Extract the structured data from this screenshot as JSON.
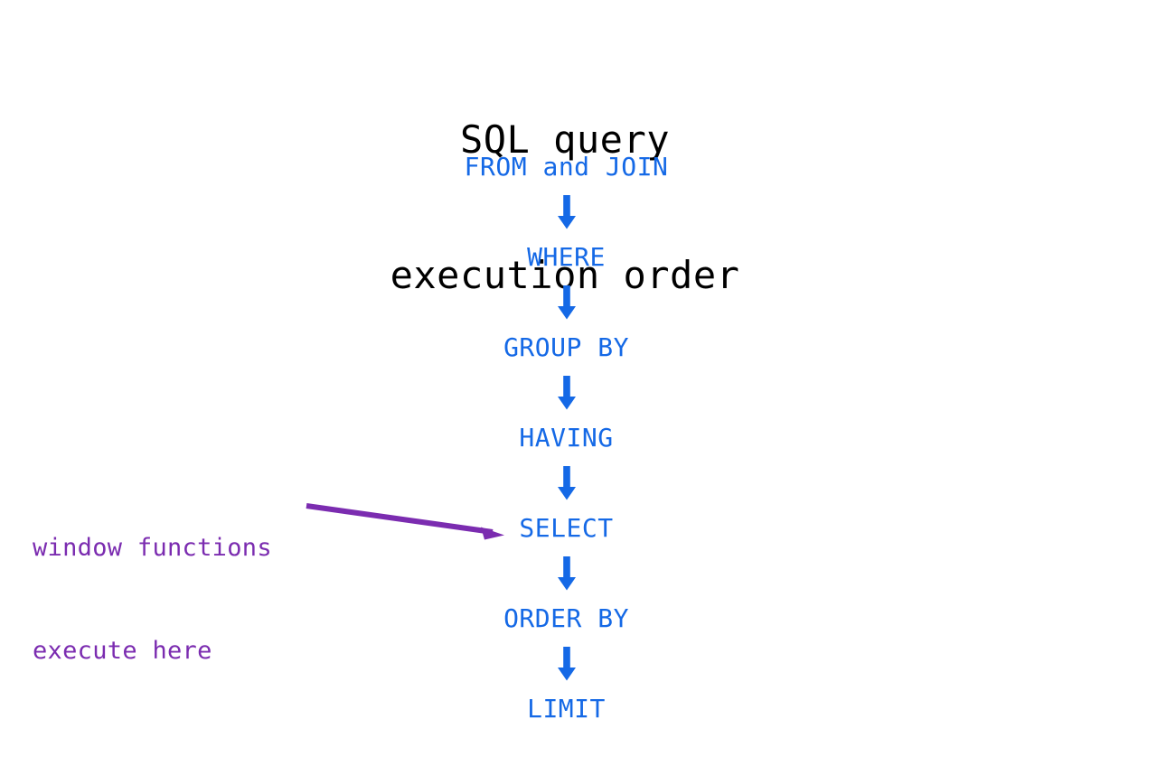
{
  "page": {
    "background_color": "#ffffff",
    "title_color": "#000000",
    "step_color": "#1569e6",
    "annotation_color": "#7b2cb0"
  },
  "title": {
    "line1": "SQL query",
    "line2": "execution order",
    "full": "SQL query execution order"
  },
  "flow": {
    "steps": [
      {
        "label": "FROM and JOIN",
        "order": 1
      },
      {
        "label": "WHERE",
        "order": 2
      },
      {
        "label": "GROUP BY",
        "order": 3
      },
      {
        "label": "HAVING",
        "order": 4
      },
      {
        "label": "SELECT",
        "order": 5
      },
      {
        "label": "ORDER BY",
        "order": 6
      },
      {
        "label": "LIMIT",
        "order": 7
      }
    ],
    "connector_icon": "down-arrow-icon",
    "connector_count": 6
  },
  "annotation": {
    "line1": "window functions",
    "line2": "execute here",
    "full": "window functions execute here",
    "points_to": "SELECT",
    "arrow_icon": "pointer-arrow-icon"
  }
}
